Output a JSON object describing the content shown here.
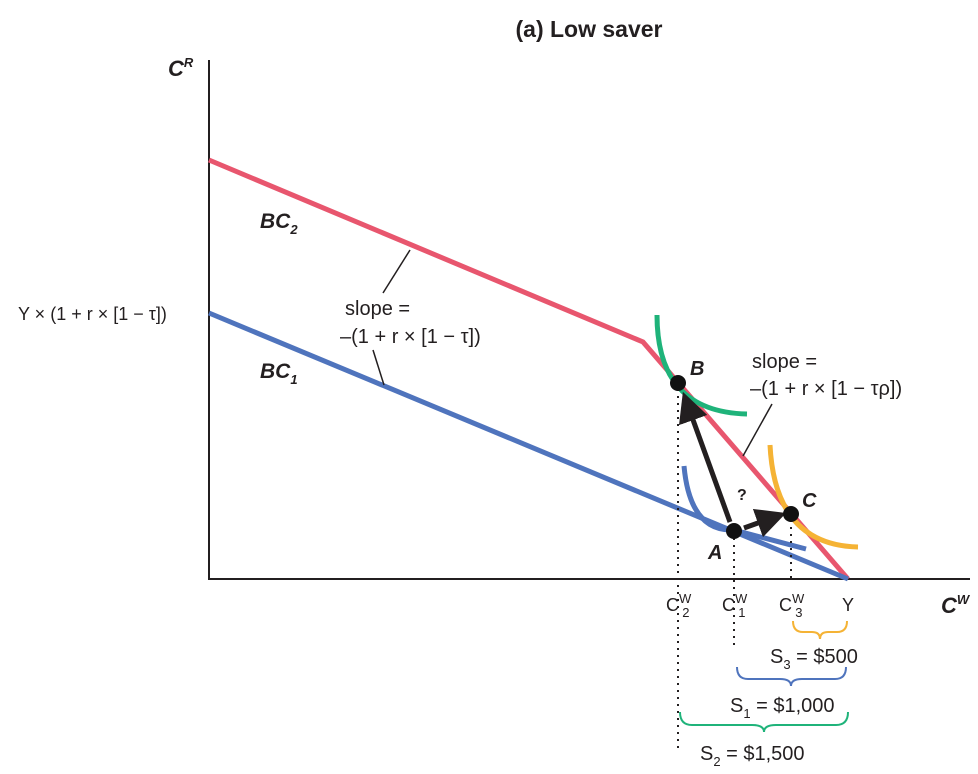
{
  "title": "(a) Low saver",
  "axes": {
    "y_label": {
      "base": "C",
      "sup": "R"
    },
    "x_label": {
      "base": "C",
      "sup": "W"
    },
    "y_intercept_label": "Y × (1 + r × [1 − τ])"
  },
  "budget_constraints": [
    {
      "name": "BC",
      "sub": "2",
      "color": "#e8566e"
    },
    {
      "name": "BC",
      "sub": "1",
      "color": "#4f74bd"
    }
  ],
  "slope_labels": {
    "left": {
      "line1": "slope =",
      "line2": "–(1 + r × [1 − τ])"
    },
    "right": {
      "line1": "slope =",
      "line2": "–(1 + r × [1 − τρ])"
    }
  },
  "points": {
    "A": "A",
    "B": "B",
    "C": "C"
  },
  "question_mark": "?",
  "x_ticks": [
    {
      "base": "C",
      "sup": "W",
      "sub": "2"
    },
    {
      "base": "C",
      "sup": "W",
      "sub": "1"
    },
    {
      "base": "C",
      "sup": "W",
      "sub": "3"
    },
    {
      "base": "Y"
    }
  ],
  "savings": [
    {
      "base": "S",
      "sub": "3",
      "value": " = $500",
      "color": "#f5b335"
    },
    {
      "base": "S",
      "sub": "1",
      "value": " = $1,000",
      "color": "#4f74bd"
    },
    {
      "base": "S",
      "sub": "2",
      "value": " = $1,500",
      "color": "#1fb37a"
    }
  ],
  "colors": {
    "bc2": "#e8566e",
    "bc1": "#4f74bd",
    "indiff_B": "#1fb37a",
    "indiff_C": "#f5b335",
    "indiff_A": "#4f74bd",
    "axis": "#231f20"
  }
}
